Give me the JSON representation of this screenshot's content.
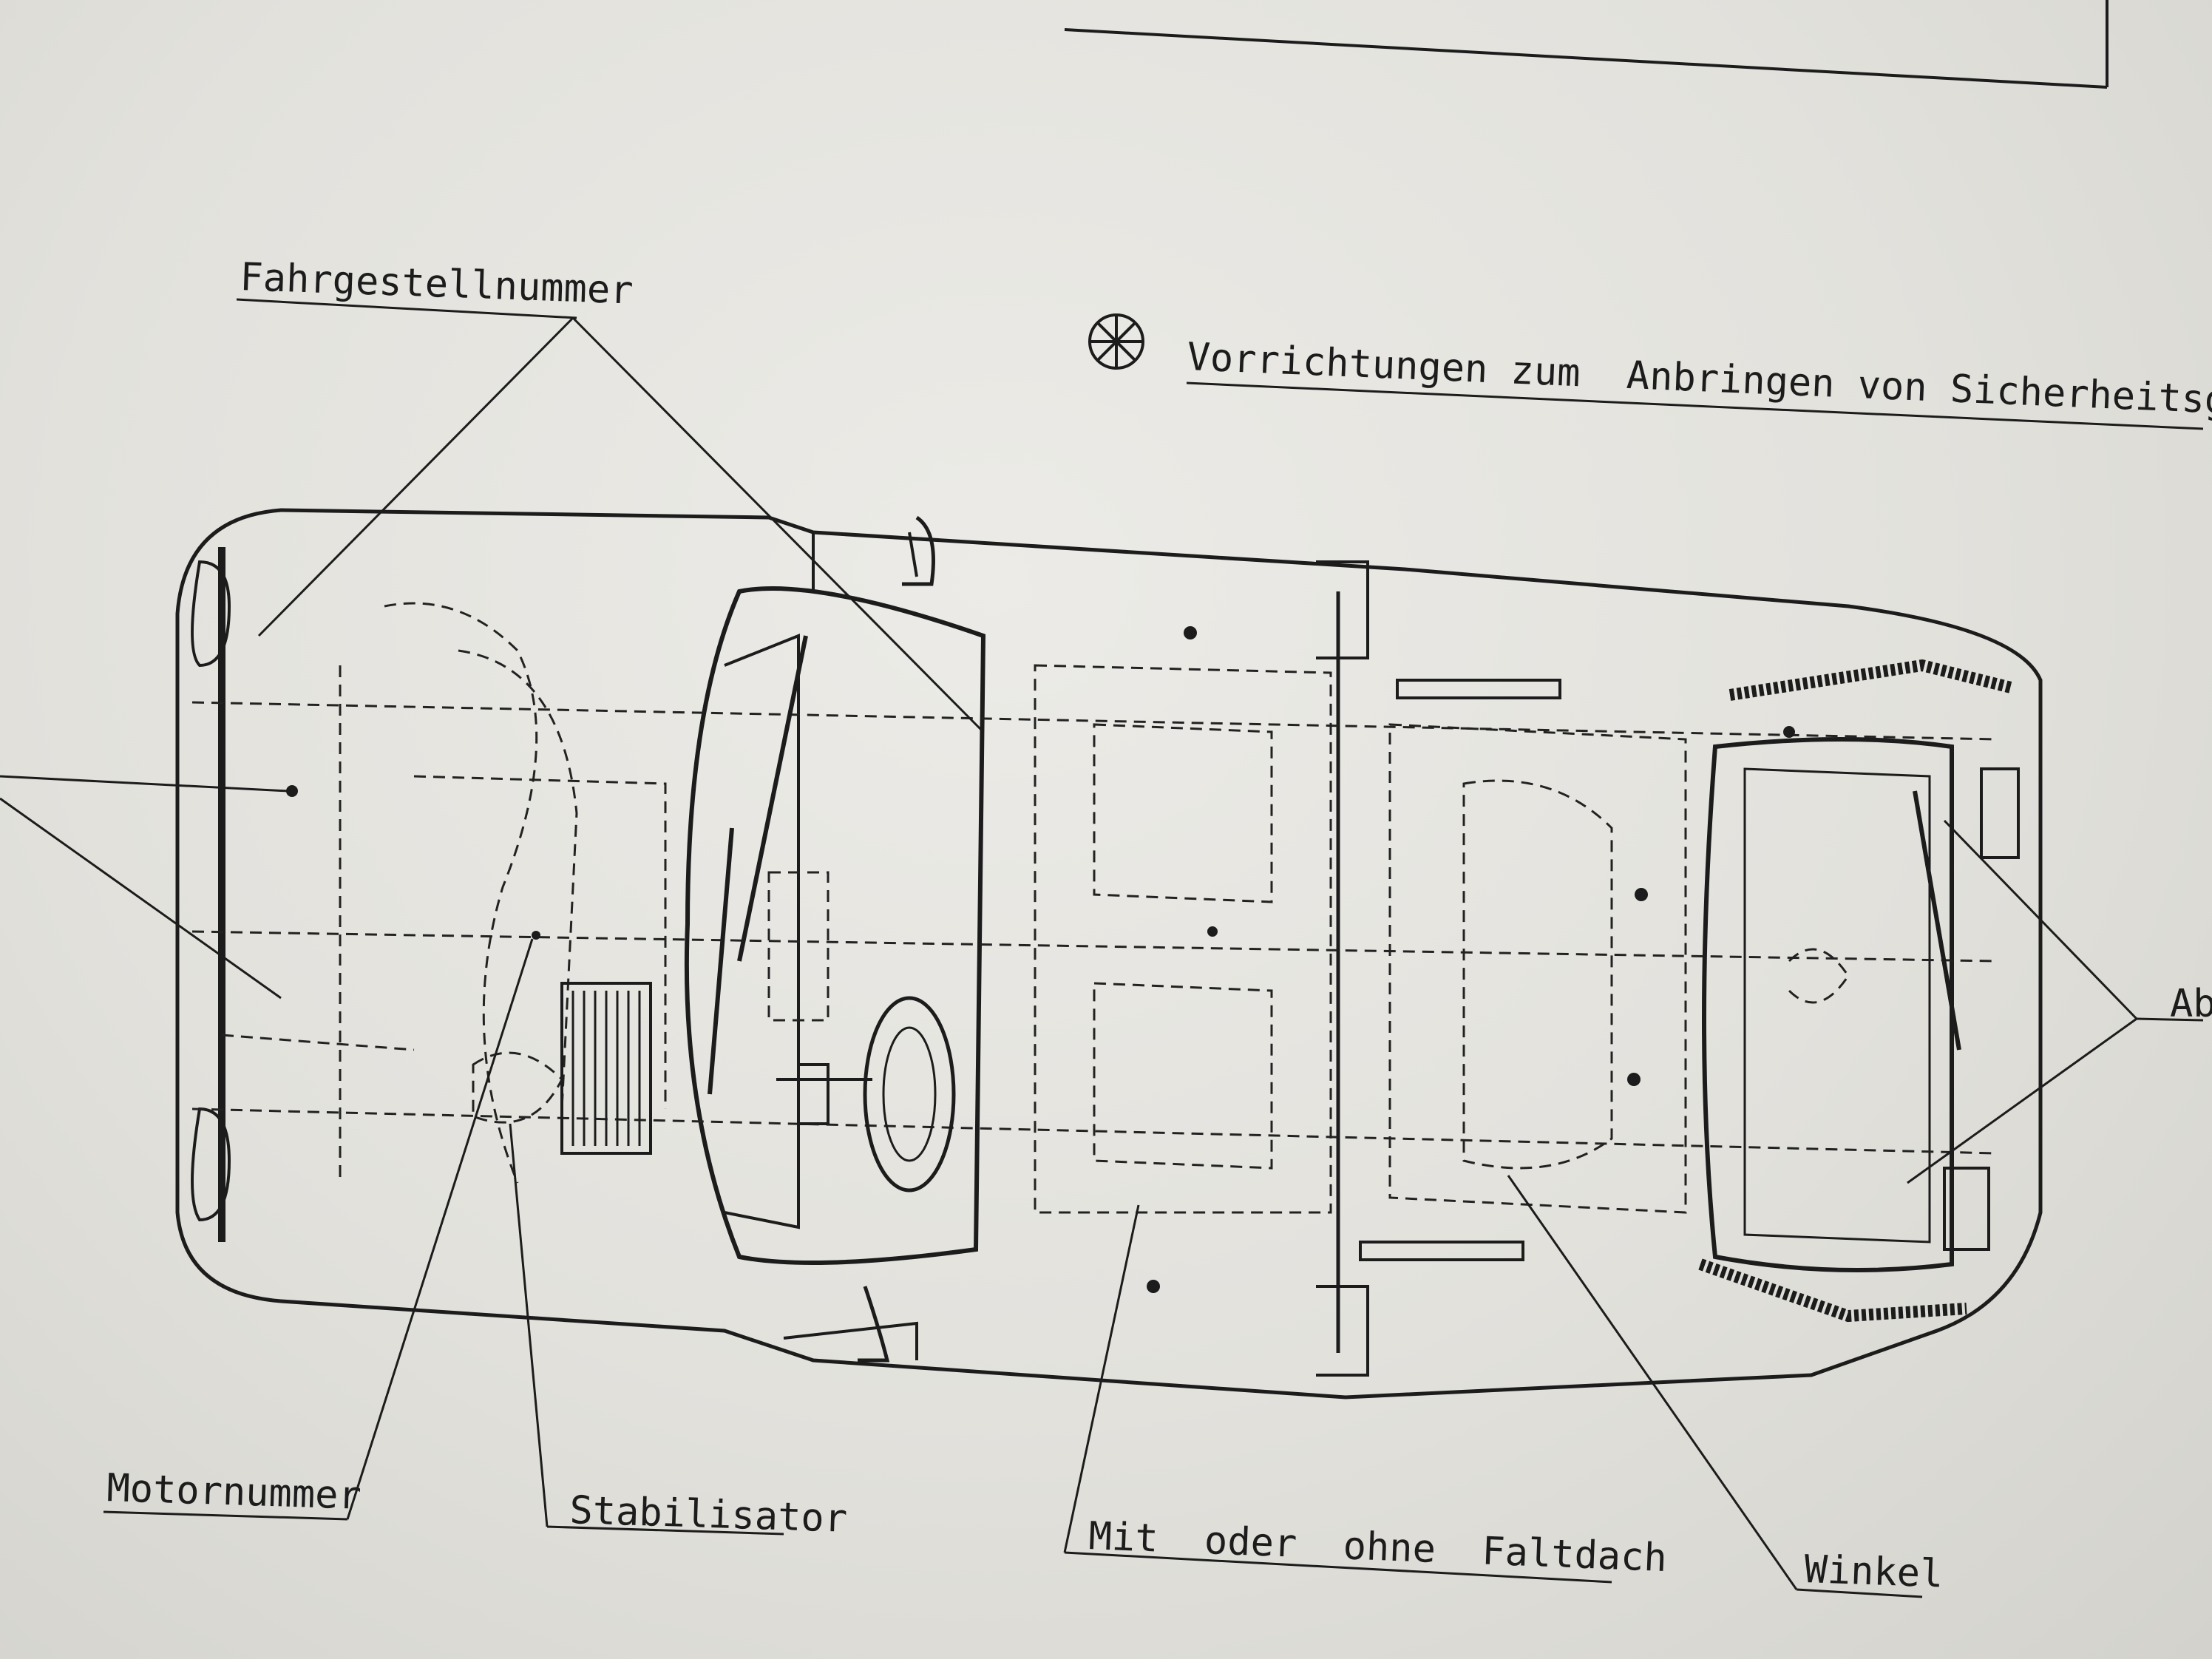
{
  "labels": {
    "chassis_number": "Fahrgestellnummer",
    "seatbelt_devices": "Vorrichtungen zum  Anbringen von Sicherheitsgurten",
    "right_edge_label": "Ab",
    "engine_number": "Motornummer",
    "stabilizer": "Stabilisator",
    "sunroof": "Mit  oder  ohne  Faltdach",
    "bracket": "Winkel"
  },
  "colors": {
    "ink": "#1c1c1c",
    "paper": "#e6e5e0"
  },
  "icons": {
    "seatbelt_marker": "circle-asterisk-icon"
  }
}
